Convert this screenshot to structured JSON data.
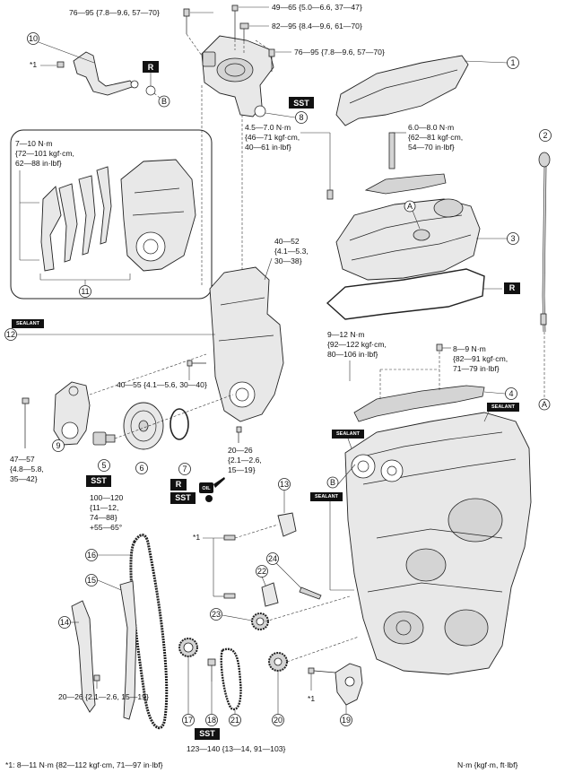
{
  "callouts": [
    "1",
    "2",
    "3",
    "4",
    "5",
    "6",
    "7",
    "8",
    "9",
    "10",
    "11",
    "12",
    "13",
    "14",
    "15",
    "16",
    "17",
    "18",
    "19",
    "20",
    "21",
    "22",
    "23",
    "24"
  ],
  "letters": {
    "a": "A",
    "b": "B"
  },
  "tags": {
    "sst": "SST",
    "r": "R",
    "sealant": "SEALANT",
    "oil": "OIL"
  },
  "torques": {
    "t1": "76—95 {7.8—9.6, 57—70}",
    "t2": "49—65 {5.0—6.6, 37—47}",
    "t3": "82—95 {8.4—9.6, 61—70}",
    "t4": "76—95 {7.8—9.6, 57—70}",
    "t5": [
      "7—10 N·m",
      "{72—101 kgf·cm,",
      "62—88 in·lbf}"
    ],
    "t6": [
      "4.5—7.0 N·m",
      "{46—71 kgf·cm,",
      "40—61 in·lbf}"
    ],
    "t7": [
      "6.0—8.0 N·m",
      "{62—81 kgf·cm,",
      "54—70 in·lbf}"
    ],
    "t8": [
      "40—52",
      "{4.1—5.3,",
      "30—38}"
    ],
    "t9": [
      "9—12 N·m",
      "{92—122 kgf·cm,",
      "80—106 in·lbf}"
    ],
    "t10": [
      "8—9 N·m",
      "{82—91 kgf·cm,",
      "71—79 in·lbf}"
    ],
    "t11": "40—55 {4.1—5.6, 30—40}",
    "t12": [
      "47—57",
      "{4.8—5.8,",
      "35—42}"
    ],
    "t13": [
      "20—26",
      "{2.1—2.6,",
      "15—19}"
    ],
    "t14": [
      "100—120",
      "{11—12,",
      "74—88}",
      "+55—65°"
    ],
    "t15": "20—26 {2.1—2.6, 15—19}",
    "t16": "123—140 {13—14, 91—103}"
  },
  "star1": "*1",
  "footnote": "*1: 8—11 N·m {82—112 kgf·cm, 71—97 in·lbf}",
  "units": "N·m {kgf·m, ft·lbf}"
}
